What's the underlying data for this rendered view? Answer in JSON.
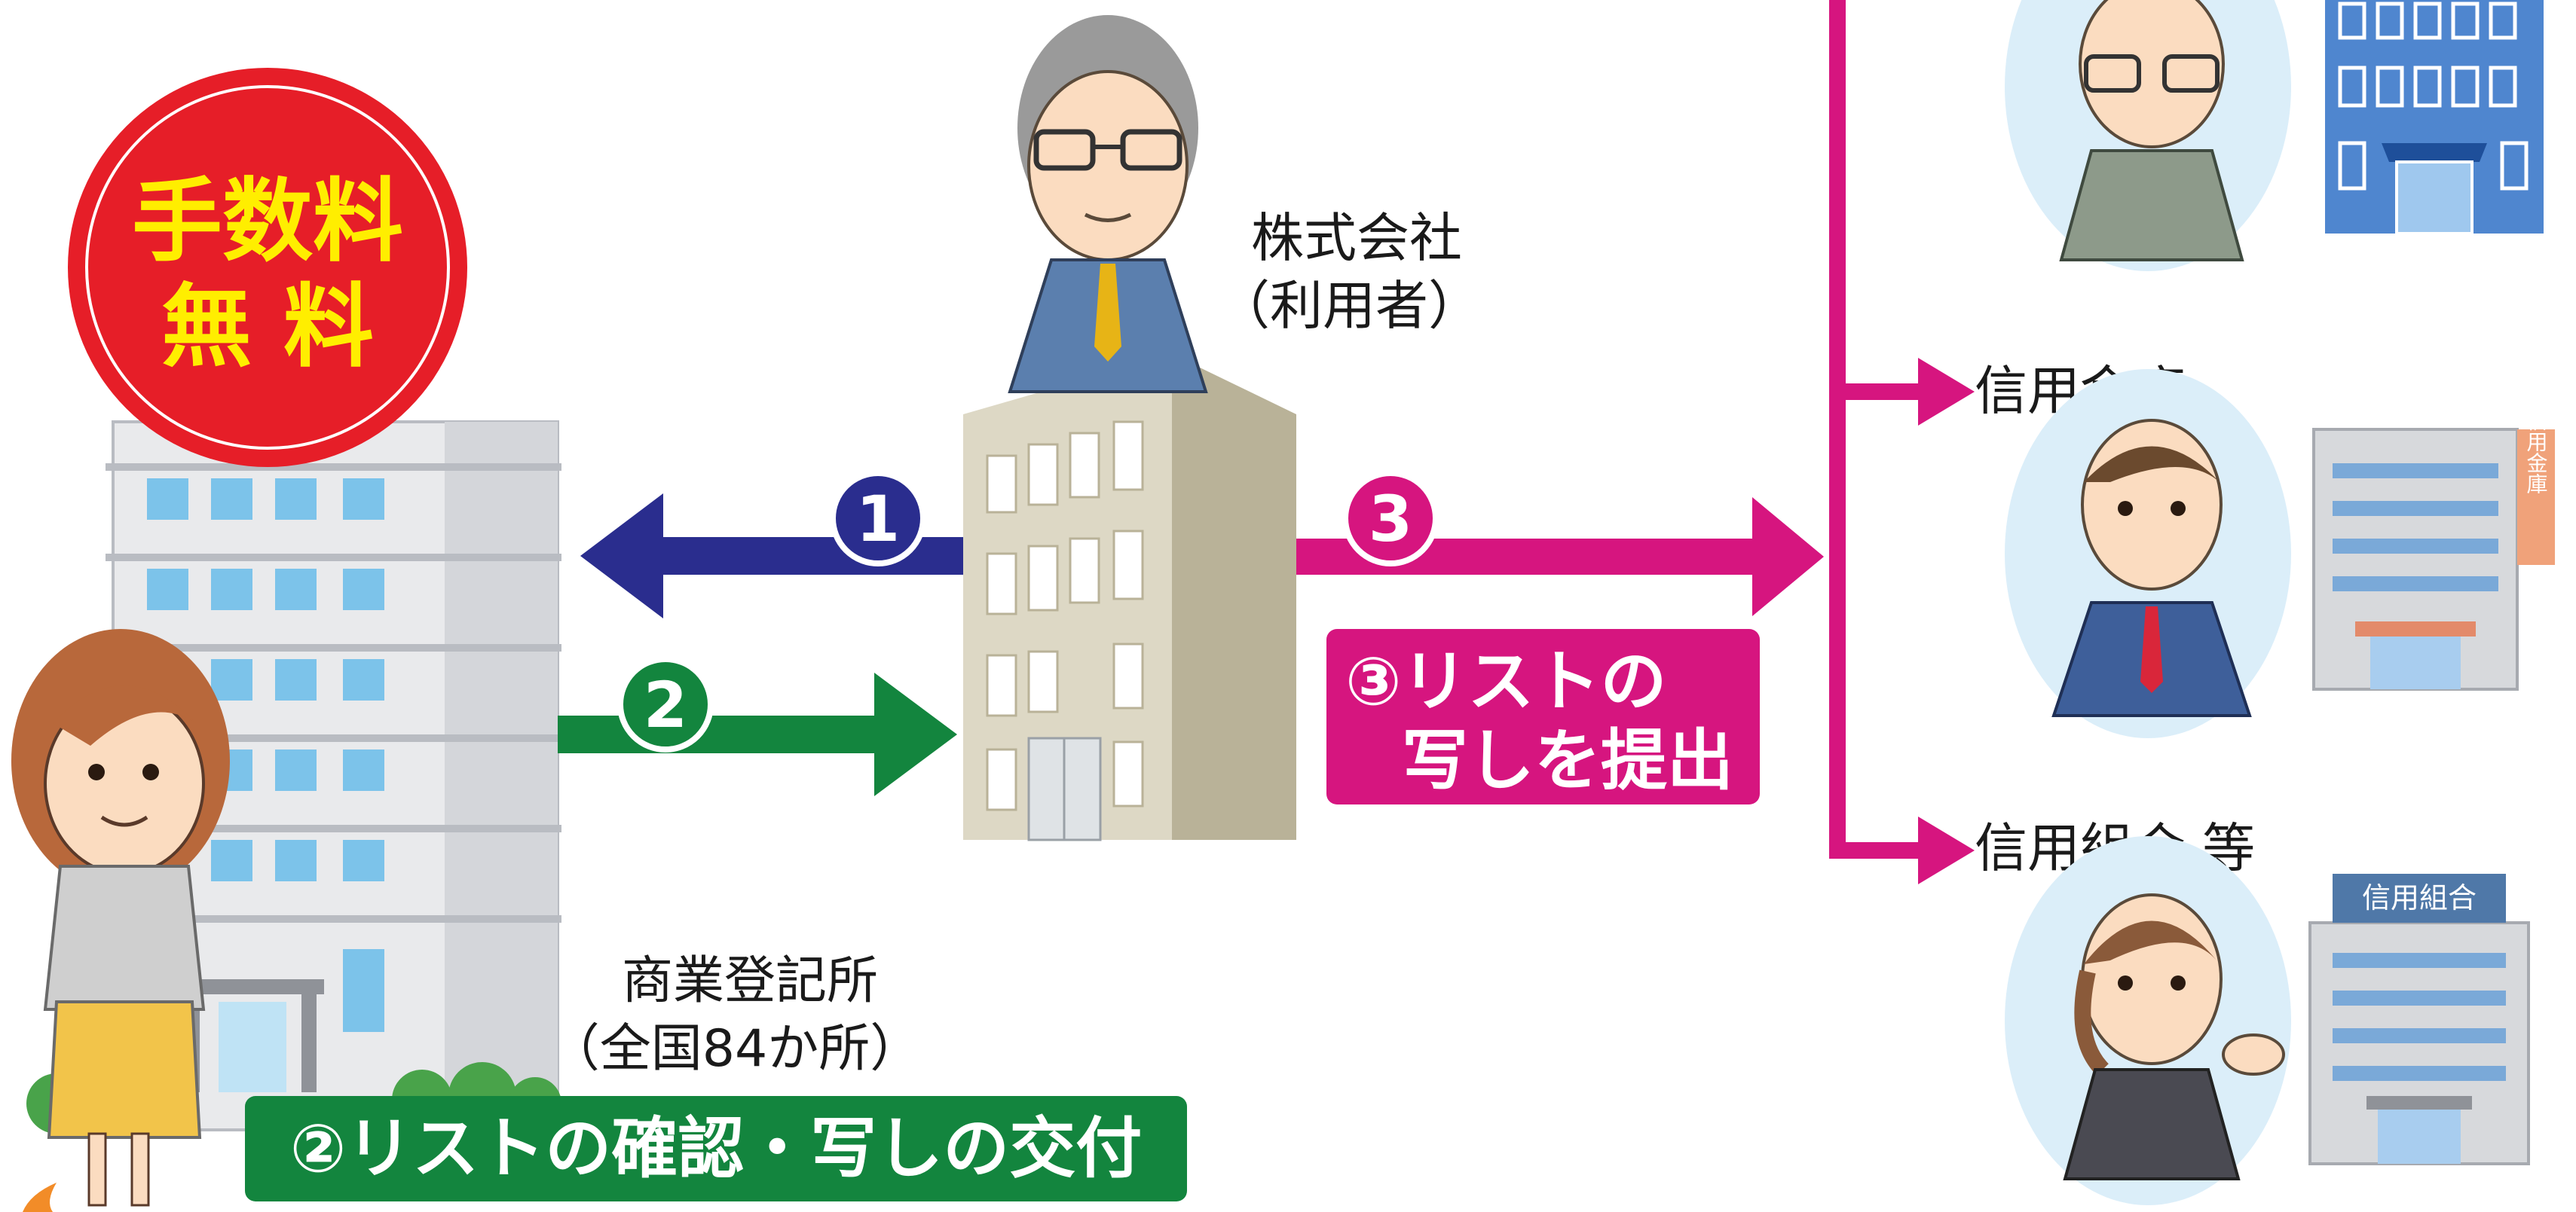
{
  "badge": {
    "line1": "手数料",
    "line2": "無 料"
  },
  "registry_office": {
    "name": "商業登記所",
    "count": "（全国84か所）"
  },
  "company": {
    "name": "株式会社",
    "role": "（利用者）"
  },
  "steps": {
    "one": "1",
    "two": "2",
    "three": "3",
    "step2_box": "②リストの確認・写しの交付",
    "step3_box_line1": "③リストの",
    "step3_box_line2": "写しを提出"
  },
  "institutions": [
    {
      "label": "信用金庫",
      "building_sign": "信用金庫"
    },
    {
      "label": "信用組合 等",
      "building_sign": "信用組合"
    }
  ],
  "colors": {
    "navy": "#2a2d8e",
    "green": "#13853e",
    "magenta": "#d6157f",
    "badge_red": "#e61e28",
    "building_beige": "#ccc6ad"
  }
}
